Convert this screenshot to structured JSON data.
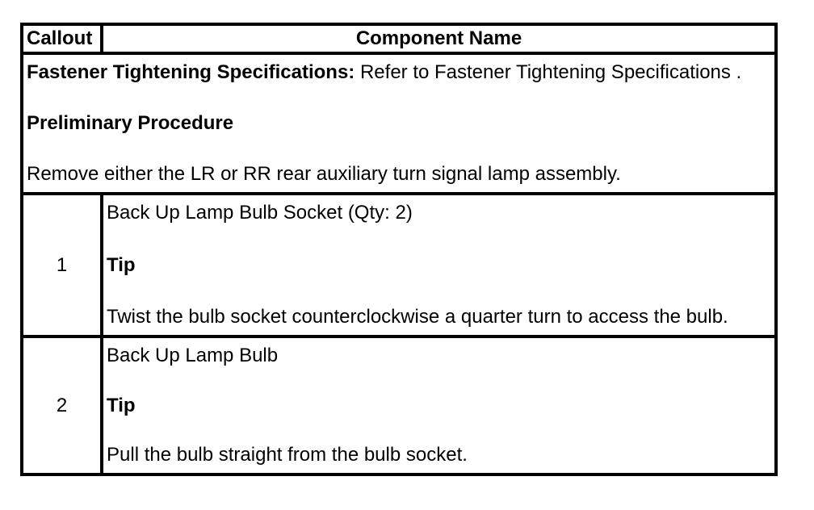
{
  "colors": {
    "border": "#000000",
    "text": "#000000",
    "background": "#ffffff"
  },
  "table": {
    "headers": {
      "callout": "Callout",
      "component": "Component Name"
    },
    "preamble": {
      "spec_label": "Fastener Tightening Specifications:",
      "spec_text": " Refer to Fastener Tightening Specifications .",
      "procedure_heading": "Preliminary Procedure",
      "procedure_text": "Remove either the LR or RR rear auxiliary turn signal lamp assembly."
    },
    "rows": [
      {
        "callout": "1",
        "component": "Back Up Lamp Bulb Socket (Qty: 2)",
        "tip_label": "Tip",
        "tip_text": "Twist the bulb socket counterclockwise a quarter turn to access the bulb."
      },
      {
        "callout": "2",
        "component": "Back Up Lamp Bulb",
        "tip_label": "Tip",
        "tip_text": "Pull the bulb straight from the bulb socket."
      }
    ]
  }
}
